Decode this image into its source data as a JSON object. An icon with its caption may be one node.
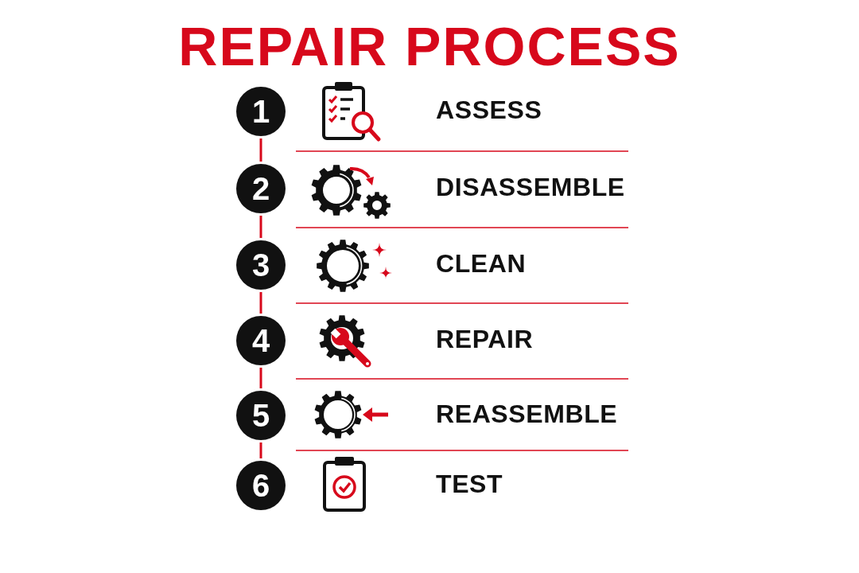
{
  "diagram": {
    "title": "REPAIR PROCESS",
    "nodes": [
      {
        "text": [
          "1"
        ]
      },
      {
        "text": [
          "2"
        ]
      },
      {
        "text": [
          "3"
        ]
      },
      {
        "text": [
          "4"
        ]
      },
      {
        "text": [
          "5"
        ]
      },
      {
        "text": [
          "6"
        ]
      }
    ],
    "edges": [
      {
        "from": 0,
        "to": 1,
        "arrow": "none"
      },
      {
        "from": 1,
        "to": 2,
        "arrow": "none"
      },
      {
        "from": 2,
        "to": 3,
        "arrow": "none"
      },
      {
        "from": 3,
        "to": 4,
        "arrow": "none"
      },
      {
        "from": 4,
        "to": 5,
        "arrow": "none"
      }
    ],
    "labels": [
      "ASSESS",
      "DISASSEMBLE",
      "CLEAN",
      "REPAIR",
      "REASSEMBLE",
      "TEST"
    ]
  }
}
